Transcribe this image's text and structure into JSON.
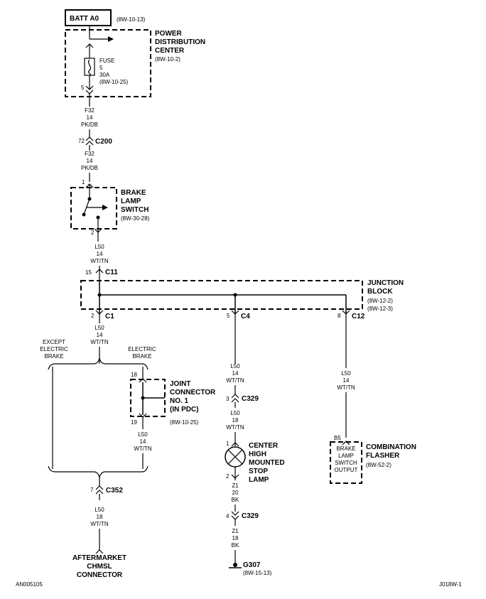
{
  "batt": {
    "label": "BATT A0",
    "ref": "(8W-10-13)"
  },
  "pdc": {
    "lines": [
      "POWER",
      "DISTRIBUTION",
      "CENTER"
    ],
    "ref": "(8W-10-2)"
  },
  "fuse": {
    "lines": [
      "FUSE",
      "5",
      "30A",
      "(8W-10-25)"
    ],
    "pin": "5"
  },
  "wire1": [
    "F32",
    "14",
    "PK/DB"
  ],
  "c200": {
    "pin": "72",
    "name": "C200"
  },
  "wire2": [
    "F32",
    "14",
    "PK/DB"
  ],
  "brake_switch": {
    "pin_top": "1",
    "pin_bottom": "2",
    "lines": [
      "BRAKE",
      "LAMP",
      "SWITCH"
    ],
    "ref": "(8W-30-28)"
  },
  "wire3": [
    "L50",
    "14",
    "WT/TN"
  ],
  "c11": {
    "pin": "15",
    "name": "C11"
  },
  "junction": {
    "lines": [
      "JUNCTION",
      "BLOCK"
    ],
    "refs": [
      "(8W-12-2)",
      "(8W-12-3)"
    ]
  },
  "c1": {
    "pin": "2",
    "name": "C1"
  },
  "c4": {
    "pin": "5",
    "name": "C4"
  },
  "c12": {
    "pin": "8",
    "name": "C12"
  },
  "wire_c1": [
    "L50",
    "14",
    "WT/TN"
  ],
  "except_label": [
    "EXCEPT",
    "ELECTRIC",
    "BRAKE"
  ],
  "electric_label": [
    "ELECTRIC",
    "BRAKE"
  ],
  "joint": {
    "pin_top": "18",
    "pin_bottom": "19",
    "lines": [
      "JOINT",
      "CONNECTOR",
      "NO. 1",
      "(IN PDC)"
    ],
    "ref": "(8W-10-25)"
  },
  "wire_joint": [
    "L50",
    "14",
    "WT/TN"
  ],
  "c352": {
    "pin": "7",
    "name": "C352"
  },
  "wire_c352": [
    "L50",
    "18",
    "WT/TN"
  ],
  "aftermarket": [
    "AFTERMARKET",
    "CHMSL",
    "CONNECTOR"
  ],
  "wire_c4": [
    "L50",
    "14",
    "WT/TN"
  ],
  "c329a": {
    "pin": "3",
    "name": "C329"
  },
  "wire_c329a": [
    "L50",
    "18",
    "WT/TN"
  ],
  "chmsl": {
    "pin_top": "1",
    "pin_bottom": "2",
    "lines": [
      "CENTER",
      "HIGH",
      "MOUNTED",
      "STOP",
      "LAMP"
    ]
  },
  "wire_z1a": [
    "Z1",
    "20",
    "BK"
  ],
  "c329b": {
    "pin": "4",
    "name": "C329"
  },
  "wire_z1b": [
    "Z1",
    "18",
    "BK"
  ],
  "ground": {
    "name": "G307",
    "ref": "(8W-15-13)"
  },
  "wire_c12": [
    "L50",
    "14",
    "WT/TN"
  ],
  "flasher": {
    "pin": "B5",
    "inner": [
      "BRAKE",
      "LAMP",
      "SWITCH",
      "OUTPUT"
    ],
    "lines": [
      "COMBINATION",
      "FLASHER"
    ],
    "ref": "(8W-52-2)"
  },
  "footer": {
    "left": "AN005105",
    "right": "J018W-1"
  }
}
